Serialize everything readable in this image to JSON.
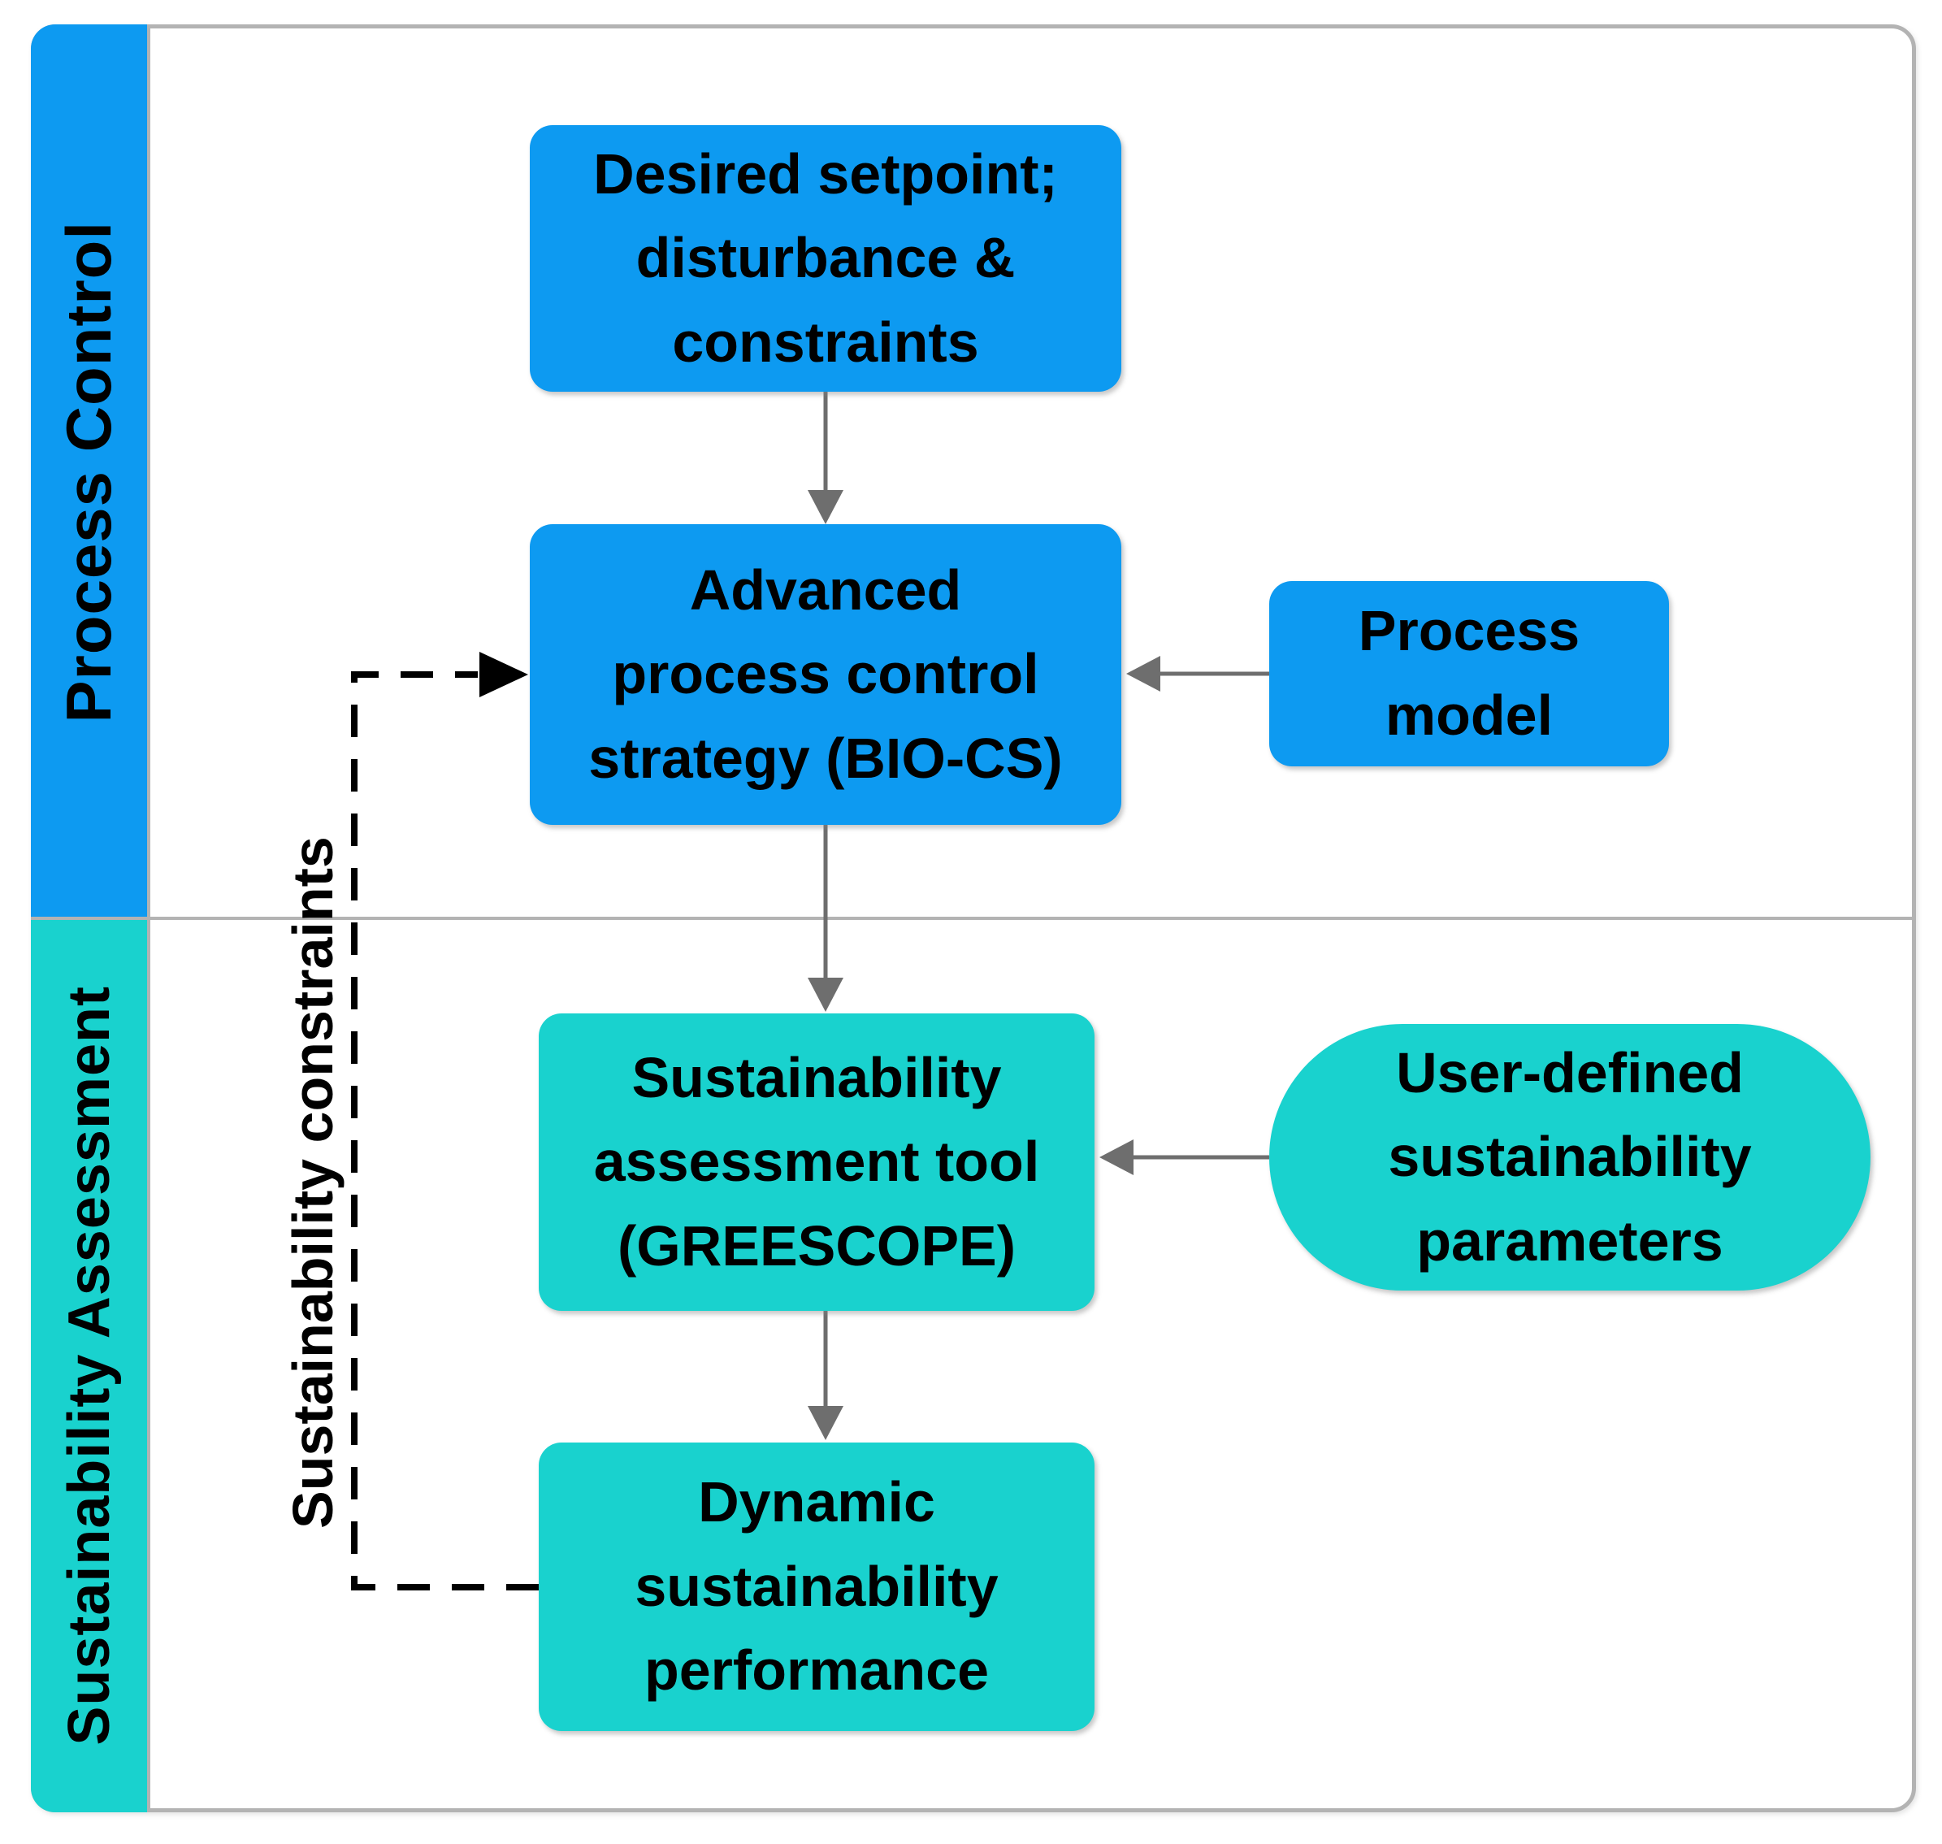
{
  "diagram": {
    "sections": {
      "process_control": {
        "label": "Process Control"
      },
      "sustainability_assessment": {
        "label": "Sustainability Assessment"
      }
    },
    "nodes": {
      "desired_setpoint": {
        "label": "Desired setpoint;\ndisturbance &\nconstraints",
        "shape": "rounded-rect"
      },
      "bio_cs": {
        "label": "Advanced\nprocess control\nstrategy (BIO-CS)",
        "shape": "rounded-rect"
      },
      "process_model": {
        "label": "Process\nmodel",
        "shape": "rounded-rect"
      },
      "greescope": {
        "label": "Sustainability\nassessment tool\n(GREESCOPE)",
        "shape": "rounded-rect"
      },
      "user_params": {
        "label": "User-defined\nsustainability\nparameters",
        "shape": "stadium"
      },
      "dynamic_performance": {
        "label": "Dynamic\nsustainability\nperformance",
        "shape": "rounded-rect"
      }
    },
    "edges": {
      "feedback_label": "Sustainability constraints"
    },
    "colors": {
      "blue": "#0D9AF1",
      "cyan": "#19D2CE",
      "frame_border": "#B3B3B3",
      "arrow_gray": "#6E6E6E",
      "arrow_black": "#000000"
    }
  }
}
